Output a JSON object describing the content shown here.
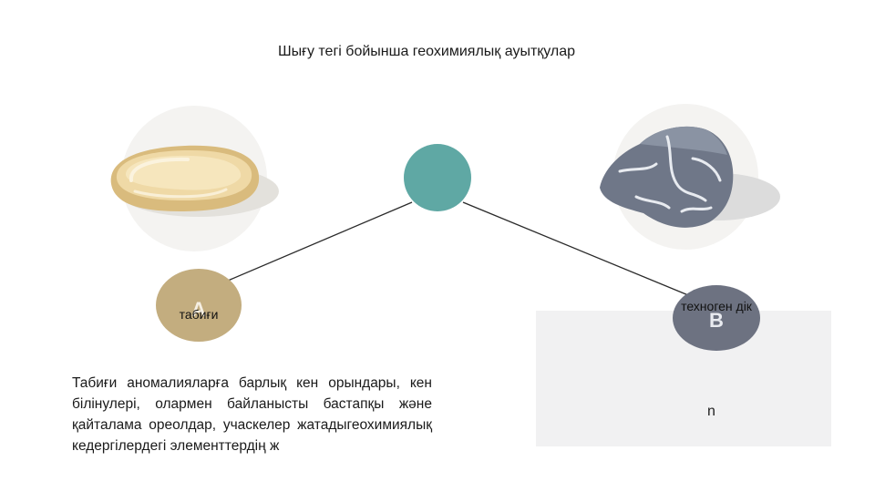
{
  "title": "Шығу тегі бойынша геохимиялық ауытқулар",
  "node_a": {
    "letter": "A",
    "label": "табиғи"
  },
  "node_b": {
    "letter": "B",
    "label": "техноген дік"
  },
  "panel_text": "n",
  "description": "Табиғи аномалияларға барлық кен орындары, кен білінулері, олармен байланысты бастапқы және қайталама ореолдар, учаскелер жатадыгеохимиялық кедергілердегі элементтердің ж",
  "icons": {
    "left": "sandstone-pebble-icon",
    "right": "grey-rock-icon"
  },
  "colors": {
    "hub": "#5fa8a4",
    "node_a": "#c3ad7f",
    "node_b": "#6d7281",
    "panel": "#f1f1f2"
  }
}
